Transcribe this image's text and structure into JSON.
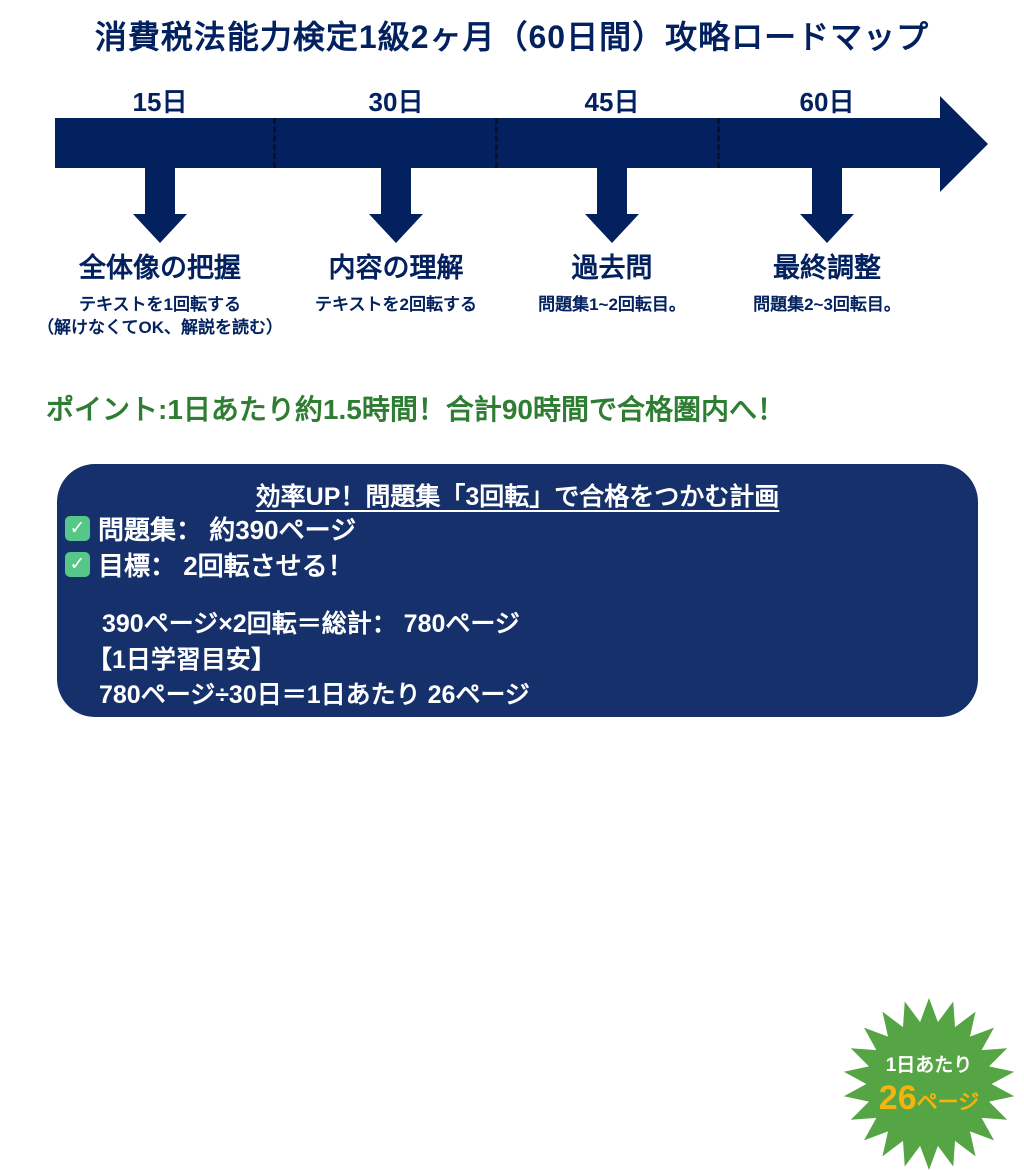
{
  "page": {
    "title": "消費税法能力検定1級2ヶ月（60日間）攻略ロードマップ",
    "colors": {
      "navy": "#02215e",
      "box_navy": "#15306a",
      "point_green": "#2e7d32",
      "star_green": "#55a545",
      "gold": "#f5b40d",
      "check_green": "#56c689"
    }
  },
  "timeline": {
    "milestones": [
      {
        "day": "15日",
        "phase": "全体像の把握",
        "notes": [
          "テキストを1回転する",
          "（解けなくてOK、解説を読む）"
        ]
      },
      {
        "day": "30日",
        "phase": "内容の理解",
        "notes": [
          "テキストを2回転する"
        ]
      },
      {
        "day": "45日",
        "phase": "過去問",
        "notes": [
          "問題集1~2回転目。"
        ]
      },
      {
        "day": "60日",
        "phase": "最終調整",
        "notes": [
          "問題集2~3回転目。"
        ]
      }
    ]
  },
  "point_text": "ポイント:1日あたり約1.5時間！合計90時間で合格圏内へ！",
  "plan_box": {
    "title": "効率UP！問題集「3回転」で合格をつかむ計画",
    "checkmark": "✓",
    "checklist": [
      "問題集： 約390ページ",
      "目標： 2回転させる！"
    ],
    "calc_lines": [
      "390ページ×2回転＝総計： 780ページ",
      "【1日学習目安】",
      "780ページ÷30日＝1日あたり 26ページ"
    ],
    "badge": {
      "line1": "1日あたり",
      "value": "26",
      "unit": "ページ"
    }
  }
}
